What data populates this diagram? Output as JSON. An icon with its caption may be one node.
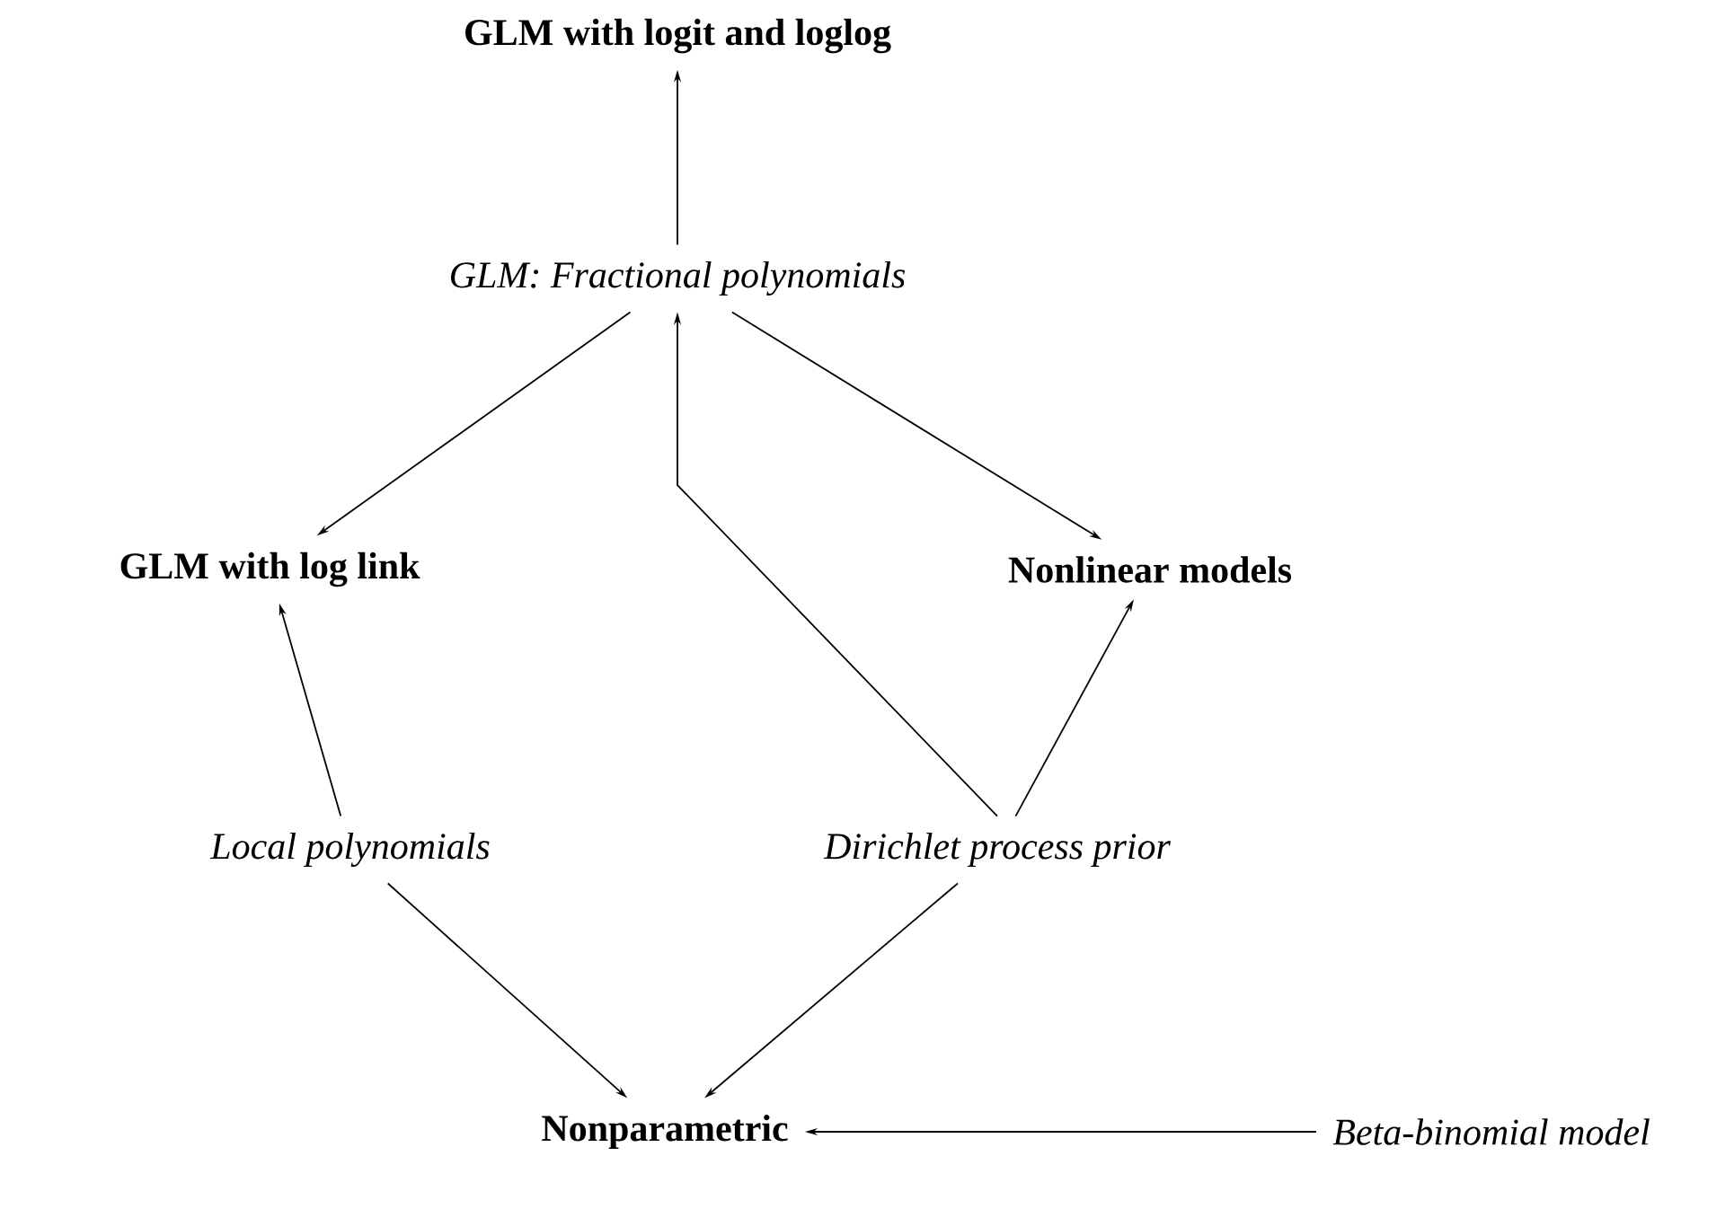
{
  "diagram": {
    "nodes": [
      {
        "text": [
          "GLM with logit and loglog"
        ]
      },
      {
        "text": [
          "GLM: Fractional polynomials"
        ]
      },
      {
        "text": [
          "GLM with log link"
        ]
      },
      {
        "text": [
          "Nonlinear models"
        ]
      },
      {
        "text": [
          "Local polynomials"
        ]
      },
      {
        "text": [
          "Dirichlet process prior"
        ]
      },
      {
        "text": [
          "Nonparametric"
        ]
      },
      {
        "text": [
          "Beta-binomial model"
        ]
      }
    ],
    "edges": [
      {
        "from": 1,
        "to": 0,
        "arrow": "to"
      },
      {
        "from": 1,
        "to": 2,
        "arrow": "to"
      },
      {
        "from": 1,
        "to": 3,
        "arrow": "to"
      },
      {
        "from": 5,
        "to": 1,
        "arrow": "to"
      },
      {
        "from": 5,
        "to": 3,
        "arrow": "to"
      },
      {
        "from": 4,
        "to": 2,
        "arrow": "to"
      },
      {
        "from": 4,
        "to": 6,
        "arrow": "to"
      },
      {
        "from": 5,
        "to": 6,
        "arrow": "to"
      },
      {
        "from": 7,
        "to": 6,
        "arrow": "to"
      }
    ]
  }
}
